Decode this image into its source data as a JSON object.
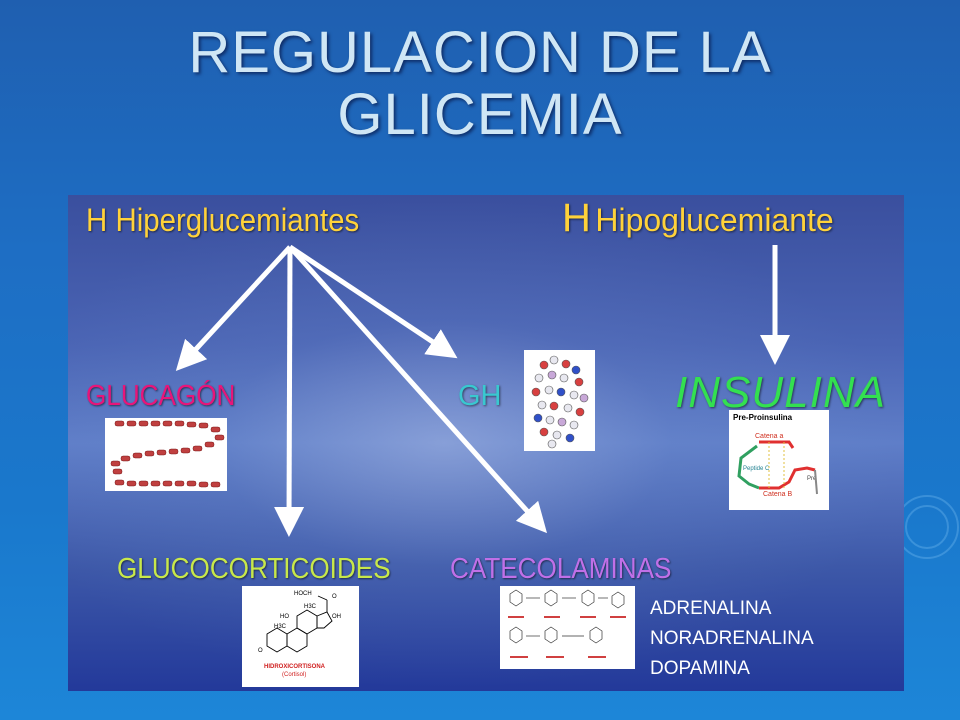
{
  "slide": {
    "title_line1": "REGULACION DE LA",
    "title_line2": "GLICEMIA"
  },
  "headers": {
    "hyper_prefix": "H",
    "hyper_label": "Hiperglucemiantes",
    "hypo_prefix": "H",
    "hypo_label": "Hipoglucemiante"
  },
  "hormones": {
    "glucagon": "GLUCAGÓN",
    "gh": "GH",
    "insulina": "INSULINA",
    "glucocorticoides": "GLUCOCORTICOIDES",
    "catecolaminas": "CATECOLAMINAS"
  },
  "catecolaminas_list": [
    "ADRENALINA",
    "NORADRENALINA",
    "DOPAMINA"
  ],
  "insulin_image": {
    "title": "Pre-Proinsulina",
    "chain_a": "Catena a",
    "peptide_c": "Peptide C",
    "chain_b": "Catena B",
    "pre": "Pre"
  },
  "cortisol_image": {
    "name": "HIDROXICORTISONA",
    "subname": "(Cortisol)",
    "hoch2": "HOCH",
    "h3c_1": "H3C",
    "h3c_2": "H3C",
    "ho": "HO",
    "oh": "OH",
    "o_top": "O",
    "o_left": "O"
  },
  "colors": {
    "hyper_header": "#ffd23a",
    "glucagon": "#e8157a",
    "gh": "#39c8d0",
    "insulina": "#33e050",
    "glucocorticoides": "#c8e84a",
    "catecolaminas": "#c070e8",
    "arrow": "#ffffff"
  }
}
